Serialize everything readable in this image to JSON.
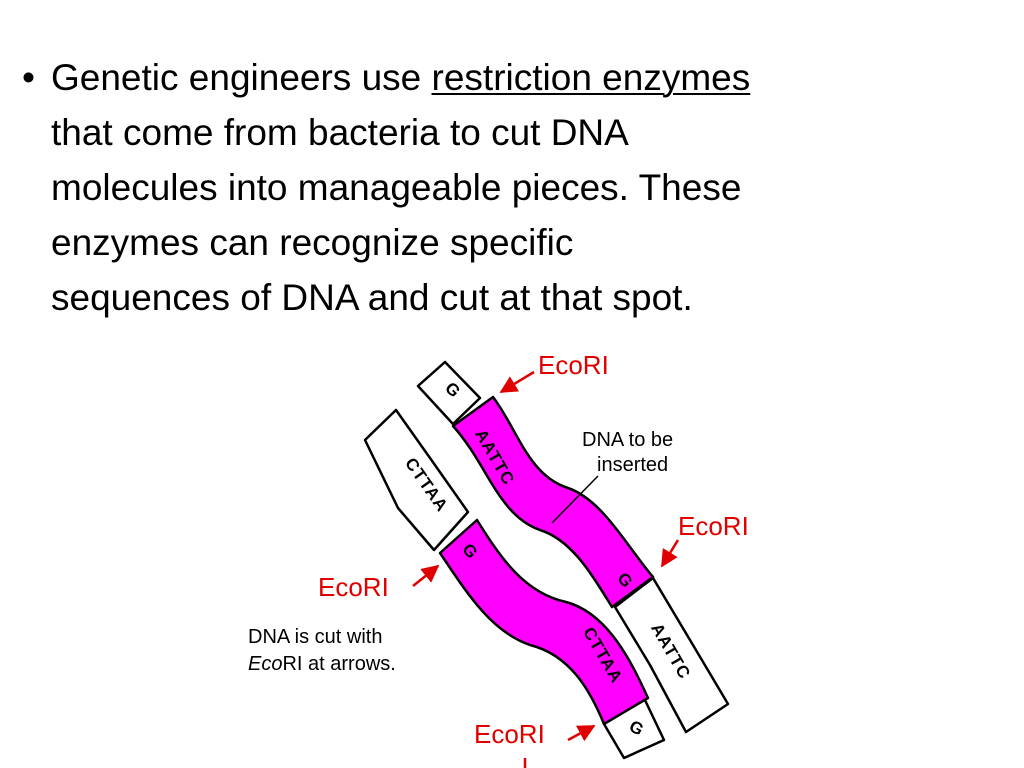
{
  "slide": {
    "bullet": "•",
    "lines": [
      {
        "pre": "Genetic engineers use ",
        "underlined": "restriction enzymes"
      },
      {
        "text": "that come from bacteria to cut DNA"
      },
      {
        "text": "molecules into manageable pieces.  These"
      },
      {
        "text": "enzymes can recognize specific"
      },
      {
        "text": "sequences of DNA and cut at that spot."
      }
    ]
  },
  "diagram": {
    "labels": {
      "ecori_1": "EcoRI",
      "ecori_2": "EcoRI",
      "ecori_3": "EcoRI",
      "ecori_4": "EcoRI",
      "dna_to_be": "DNA to be",
      "inserted": "inserted",
      "cut_with": "DNA is cut with",
      "eco_italic": "Eco",
      "ri_at_arrows": "RI at arrows."
    },
    "segments": {
      "g_top": "G",
      "aattc_upper": "AATTC",
      "cttaa_left": "CTTAA",
      "g_mid": "G",
      "g_upper_end": "G",
      "cttaa_lower": "CTTAA",
      "aattc_right": "AATTC",
      "g_bottom": "G"
    },
    "colors": {
      "insert": "#ff00ff",
      "outline": "#000000",
      "label_red": "#e00000"
    }
  }
}
